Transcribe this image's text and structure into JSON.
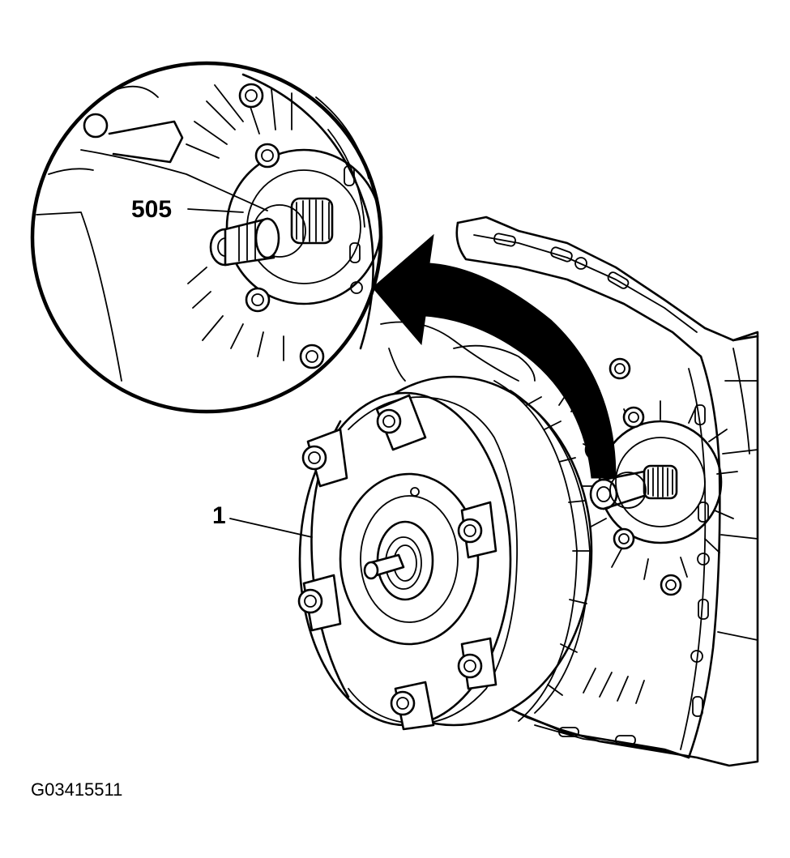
{
  "callouts": {
    "detail_part": "505",
    "main_part": "1"
  },
  "figure_id": "G03415511",
  "colors": {
    "ink": "#000000",
    "paper": "#ffffff"
  }
}
